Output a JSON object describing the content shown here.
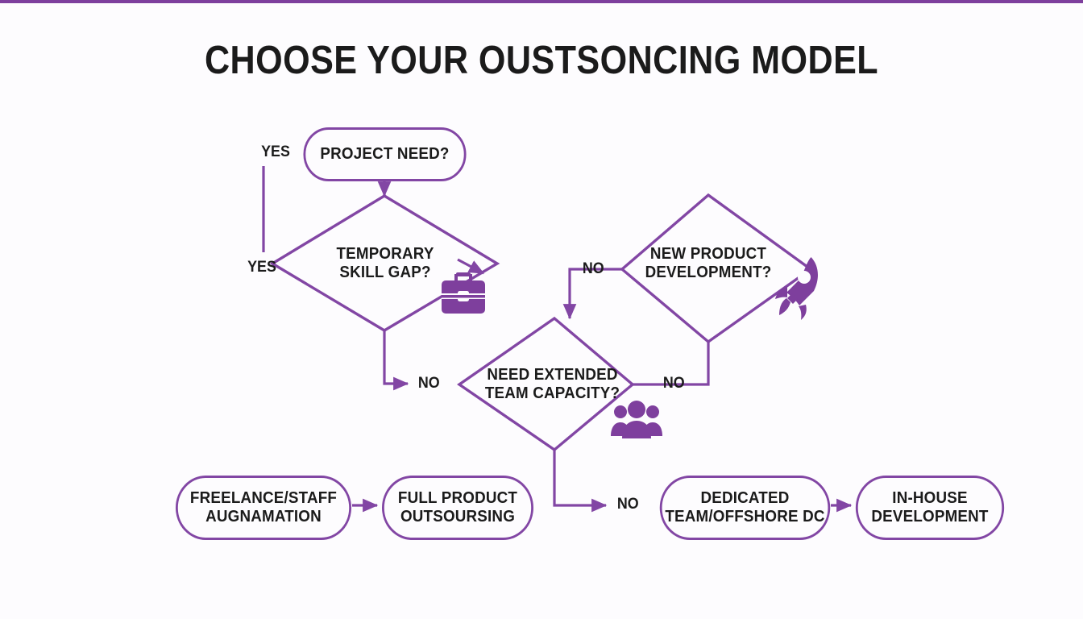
{
  "page": {
    "title": "CHOOSE YOUR OUSTSONCING MODEL",
    "accent_color": "#8246a4",
    "line_color": "#8246a4",
    "text_color": "#1b1b1b",
    "background_color": "#fdfcfe"
  },
  "nodes": {
    "project_need": {
      "label": "PROJECT NEED?",
      "shape": "pill"
    },
    "temporary_skill_gap": {
      "label_line1": "TEMPORARY",
      "label_line2": "SKILL GAP?",
      "shape": "diamond"
    },
    "new_product_development": {
      "label_line1": "NEW PRODUCT",
      "label_line2": "DEVELOPMENT?",
      "shape": "diamond"
    },
    "need_extended_team_capacity": {
      "label_line1": "NEED EXTENDED",
      "label_line2": "TEAM CAPACITY?",
      "shape": "diamond"
    },
    "freelance_staff": {
      "label_line1": "FREELANCE/STAFF",
      "label_line2": "AUGNAMATION",
      "shape": "pill"
    },
    "full_product_outsourcing": {
      "label_line1": "FULL PRODUCT",
      "label_line2": "OUTSOURSING",
      "shape": "pill"
    },
    "dedicated_team": {
      "label_line1": "DEDICATED",
      "label_line2": "TEAM/OFFSHORE DC",
      "shape": "pill"
    },
    "in_house": {
      "label_line1": "IN-HOUSE",
      "label_line2": "DEVELOPMENT",
      "shape": "pill"
    }
  },
  "edge_labels": {
    "yes_top": "YES",
    "yes_left": "YES",
    "no_skill_gap": "NO",
    "no_new_product": "NO",
    "no_team_capacity_right": "NO",
    "no_team_capacity_bottom": "NO"
  },
  "icons": {
    "briefcase": "briefcase-icon",
    "rocket": "rocket-icon",
    "team": "team-people-icon"
  }
}
